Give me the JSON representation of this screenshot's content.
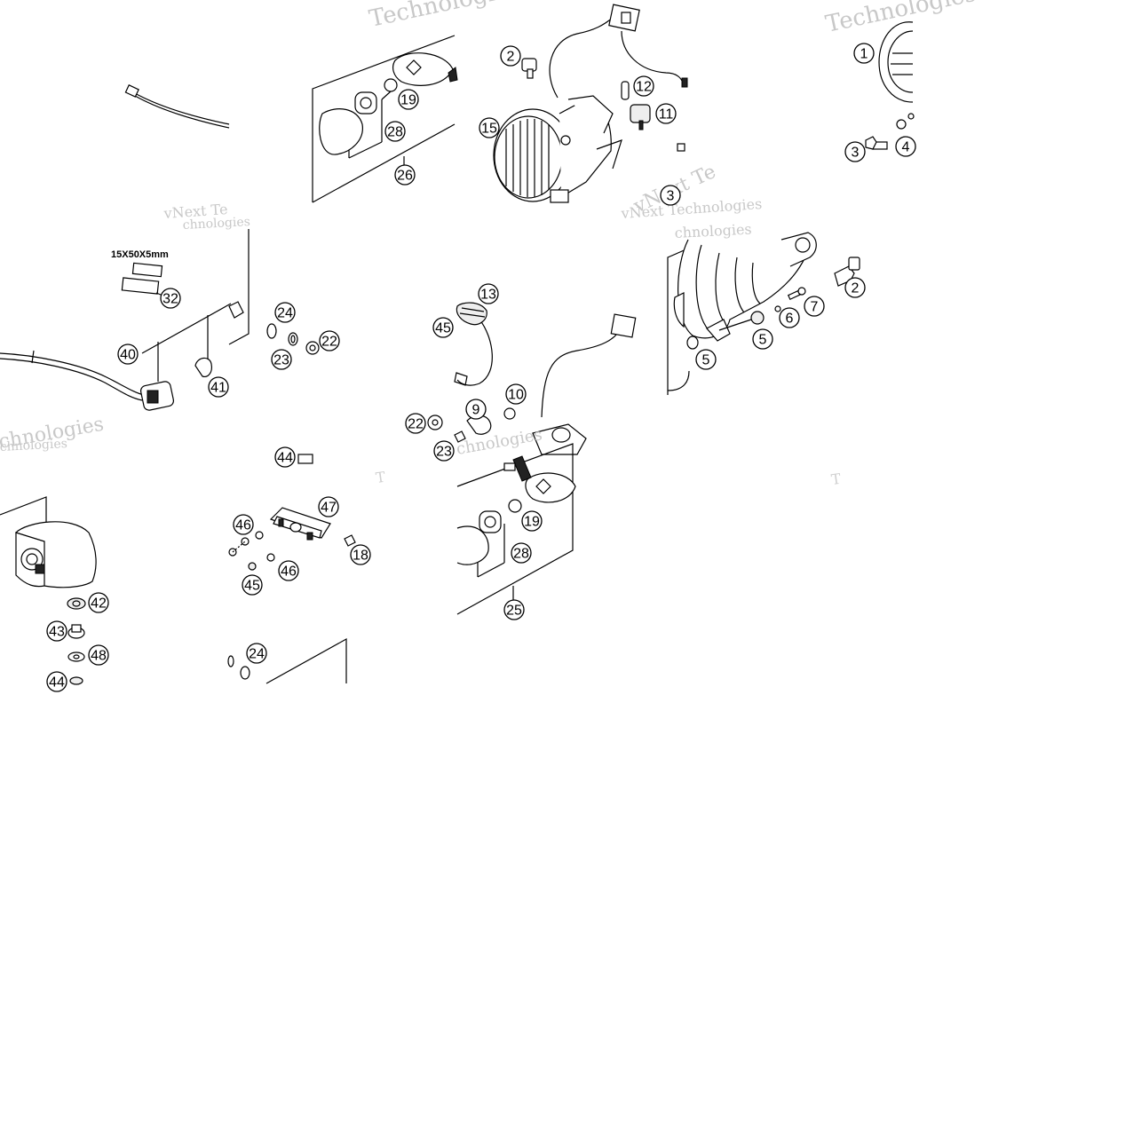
{
  "watermarks": {
    "brand_line": "vNext Technologies",
    "brand_word": "Technologies",
    "fragment_vnext": "vNext Te",
    "fragment_tech": "chnologies",
    "fragment_t": "T"
  },
  "dimension_note": "15X50X5mm",
  "callouts": {
    "c1": "1",
    "c2a": "2",
    "c2b": "2",
    "c3a": "3",
    "c3b": "3",
    "c4": "4",
    "c5a": "5",
    "c5b": "5",
    "c6": "6",
    "c7": "7",
    "c9": "9",
    "c10": "10",
    "c11": "11",
    "c12": "12",
    "c13": "13",
    "c15": "15",
    "c18": "18",
    "c19a": "19",
    "c19b": "19",
    "c22a": "22",
    "c22b": "22",
    "c23a": "23",
    "c23b": "23",
    "c24a": "24",
    "c24b": "24",
    "c25": "25",
    "c26": "26",
    "c28a": "28",
    "c28b": "28",
    "c32": "32",
    "c40": "40",
    "c41": "41",
    "c42": "42",
    "c43": "43",
    "c44a": "44",
    "c44b": "44",
    "c45a": "45",
    "c45b": "45",
    "c46a": "46",
    "c46b": "46",
    "c47": "47",
    "c48": "48"
  }
}
